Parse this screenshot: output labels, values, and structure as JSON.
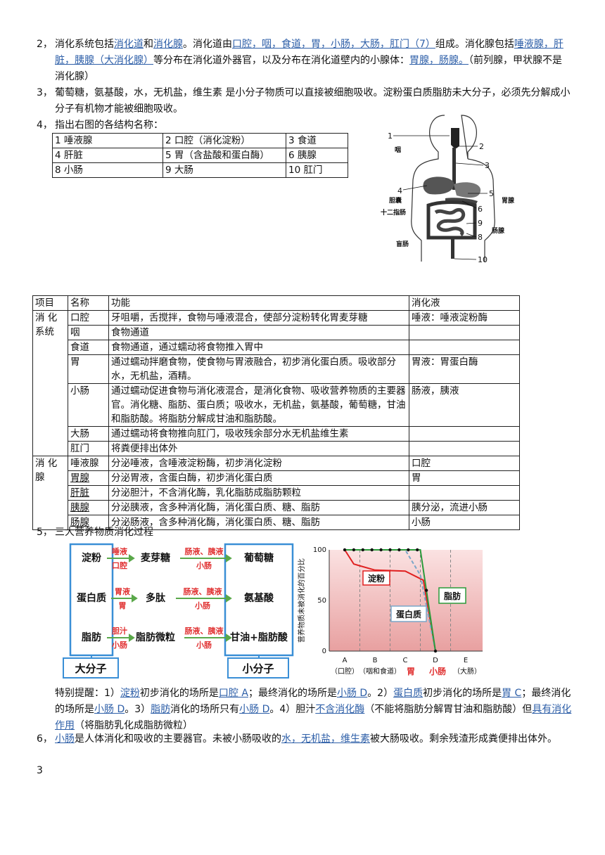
{
  "p2": {
    "num": "2，",
    "seg1": "消化系统包括",
    "l1": "消化道",
    "seg2": "和",
    "l2": "消化腺",
    "seg3": "。消化道由",
    "l3": "口腔，咽，食道，胃，小肠，大肠，肛门（7）",
    "seg4": "组成。消化腺包括",
    "l4": "唾液腺，肝脏，胰腺（大消化腺）",
    "seg5": "等分布在消化道外器官，以及分布在消化道壁内的小腺体：",
    "l5": "胃腺，肠腺。",
    "seg6": "（前列腺，甲状腺不是消化腺）"
  },
  "p3": {
    "num": "3，",
    "text": "葡萄糖，氨基酸，水，无机盐，维生素 是小分子物质可以直接被细胞吸收。淀粉蛋白质脂肪未大分子，必须先分解成小分子有机物才能被细胞吸收。"
  },
  "p4": {
    "num": "4，",
    "text": "指出右图的各结构名称：",
    "rows": [
      [
        "1 唾液腺",
        "2 口腔（消化淀粉）",
        "3 食道"
      ],
      [
        "4 肝脏",
        "5 胃（含盐酸和蛋白酶）",
        "6 胰腺"
      ],
      [
        "8 小肠",
        "9 大肠",
        "10 肛门"
      ]
    ]
  },
  "anatomy": {
    "labels": [
      "1",
      "2",
      "3",
      "4",
      "5",
      "6",
      "9",
      "8",
      "10"
    ],
    "names": [
      "咽",
      "胆囊",
      "胃腺",
      "十二指肠",
      "肠腺",
      "盲肠"
    ]
  },
  "functable": {
    "headers": [
      "项目",
      "名称",
      "功能",
      "消化液"
    ],
    "group1": "消 化 系统",
    "group2": "消 化 腺",
    "rows1": [
      {
        "name": "口腔",
        "func": "牙咀嚼，舌搅拌，食物与唾液混合，使部分淀粉转化胃麦芽糖",
        "juice": "唾液：唾液淀粉酶"
      },
      {
        "name": "咽",
        "func": "食物通道",
        "juice": ""
      },
      {
        "name": "食道",
        "func": "食物通道，通过蠕动将食物推入胃中",
        "juice": ""
      },
      {
        "name": "胃",
        "func": "通过蠕动拌磨食物，使食物与胃液融合，初步消化蛋白质。吸收部分水，无机盐，酒精。",
        "juice": "胃液：胃蛋白酶"
      },
      {
        "name": "小肠",
        "func": "通过蠕动促进食物与消化液混合，是消化食物、吸收营养物质的主要器官。消化糖、脂肪、蛋白质；吸收水，无机盐，氨基酸，葡萄糖，甘油和脂肪酸。将脂肪分解成甘油和脂肪酸。",
        "juice": "肠液，胰液"
      },
      {
        "name": "大肠",
        "func": "通过蠕动将食物推向肛门，吸收残余部分水无机盐维生素",
        "juice": ""
      },
      {
        "name": "肛门",
        "func": "将粪便排出体外",
        "juice": ""
      }
    ],
    "rows2": [
      {
        "name": "唾液腺",
        "func": "分泌唾液，含唾液淀粉酶，初步消化淀粉",
        "juice": "口腔"
      },
      {
        "name": "胃腺",
        "func": "分泌胃液，含蛋白酶，初步消化蛋白质",
        "juice": "胃"
      },
      {
        "name": "肝脏",
        "func": "分泌胆汁，不含消化酶，乳化脂肪成脂肪颗粒",
        "juice": ""
      },
      {
        "name": "胰腺",
        "func": "分泌胰液，含多种消化酶，消化蛋白质、糖、脂肪",
        "juice": "胰分泌，流进小肠"
      },
      {
        "name": "肠腺",
        "func": "分泌肠液，含多种消化酶，消化蛋白质、糖、脂肪",
        "juice": "小肠"
      }
    ]
  },
  "p5": {
    "num": "5，",
    "text": "三大营养物质消化过程"
  },
  "flow": {
    "starts": [
      "淀粉",
      "蛋白质",
      "脂肪"
    ],
    "mids": [
      "麦芽糖",
      "多肽",
      "脂肪微粒"
    ],
    "ends": [
      "葡萄糖",
      "氨基酸",
      "甘油+脂肪酸"
    ],
    "step1_top": [
      "唾液",
      "胃液",
      "胆汁"
    ],
    "step1_bot": [
      "口腔",
      "胃",
      "小肠"
    ],
    "step2_top": [
      "肠液、胰液",
      "肠液、胰液",
      "肠液、胰液"
    ],
    "step2_bot": [
      "小肠",
      "小肠",
      "小肠"
    ],
    "left_label": "大分子",
    "right_label": "小分子",
    "colors": {
      "box": "#3a8fd6",
      "reagent": "#e03030",
      "arrow": "#5aa84a"
    }
  },
  "chart_data": {
    "type": "line",
    "ylabel": "营养物质未被消化的百分比",
    "yticks": [
      "100",
      "50",
      "0"
    ],
    "ylim": [
      0,
      100
    ],
    "categories": [
      "A",
      "B",
      "C",
      "D",
      "E"
    ],
    "category_sub": [
      "（口腔）",
      "（咽和食道）",
      "胃",
      "小肠",
      "（大肠）"
    ],
    "series": [
      {
        "name": "淀粉",
        "color": "#e02020",
        "points": [
          [
            0,
            100
          ],
          [
            0.3,
            86
          ],
          [
            1,
            80
          ],
          [
            2,
            79
          ],
          [
            2.6,
            70
          ],
          [
            3,
            0
          ]
        ]
      },
      {
        "name": "蛋白质",
        "color": "#7aa6c8",
        "points": [
          [
            0,
            100
          ],
          [
            2,
            100
          ],
          [
            2.5,
            75
          ],
          [
            3,
            0
          ]
        ]
      },
      {
        "name": "脂肪",
        "color": "#2a9a3a",
        "points": [
          [
            0,
            100
          ],
          [
            2.5,
            100
          ],
          [
            3,
            0
          ]
        ]
      }
    ]
  },
  "note": {
    "lead": "特别提醒：1）",
    "l1": "淀粉",
    "s1": "初步消化的场所是",
    "l2": "口腔 A",
    "s2": "；最终消化的场所是",
    "l3": "小肠 D",
    "s3": "。2）",
    "l4": "蛋白质",
    "s4": "初步消化的场所是",
    "l5": "胃 C",
    "s5": "；最终消化的场所是",
    "l6": "小肠 D",
    "s6": "。3）",
    "l7": "脂肪",
    "s7": "消化的场所只有",
    "l8": "小肠 D",
    "s8": "。4）胆汁",
    "l9": "不含消化酶",
    "s9": "（不能将脂肪分解胃甘油和脂肪酸）但",
    "l10": "具有消化作用",
    "s10": "（将脂肪乳化成脂肪微粒）"
  },
  "p6": {
    "num": "6，",
    "l1": "小肠",
    "s1": "是人体消化和吸收的主要器官。未被小肠吸收的",
    "l2": "水，无机盐，维生素",
    "s2": "被大肠吸收。剩余残渣形成粪便排出体外。"
  },
  "page_number": "3"
}
